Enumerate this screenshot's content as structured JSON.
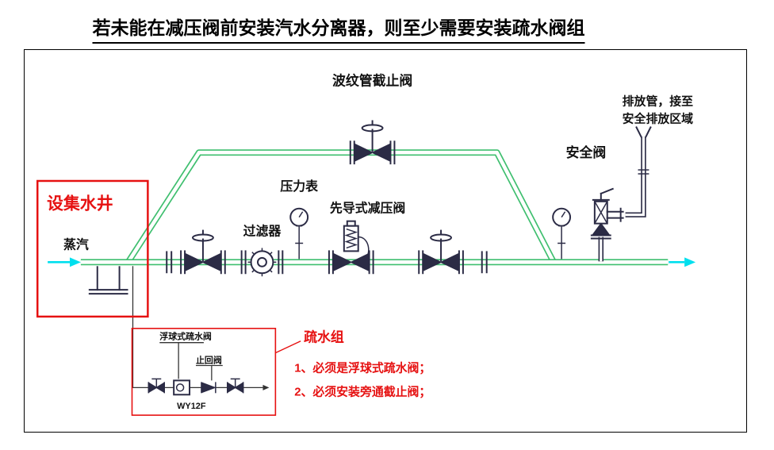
{
  "title": "若未能在减压阀前安装汽水分离器，则至少需要安装疏水阀组",
  "colors": {
    "pipe": "#3fbf6f",
    "arrow": "#00dfee",
    "ink": "#2b2b45",
    "red": "#e61111"
  },
  "labels": {
    "steam": "蒸汽",
    "collection_well": "设集水井",
    "strainer": "过滤器",
    "pressure_gauge": "压力表",
    "pilot_prv": "先导式减压阀",
    "bellows_stop_valve": "波纹管截止阀",
    "safety_valve": "安全阀",
    "discharge_line1": "排放管，接至",
    "discharge_line2": "安全排放区域",
    "float_trap": "浮球式疏水阀",
    "check_valve": "止回阀",
    "trap_model": "WY12F",
    "drain_group": "疏水组",
    "note1": "1、必须是浮球式疏水阀；",
    "note2": "2、必须安装旁通截止阀；"
  }
}
